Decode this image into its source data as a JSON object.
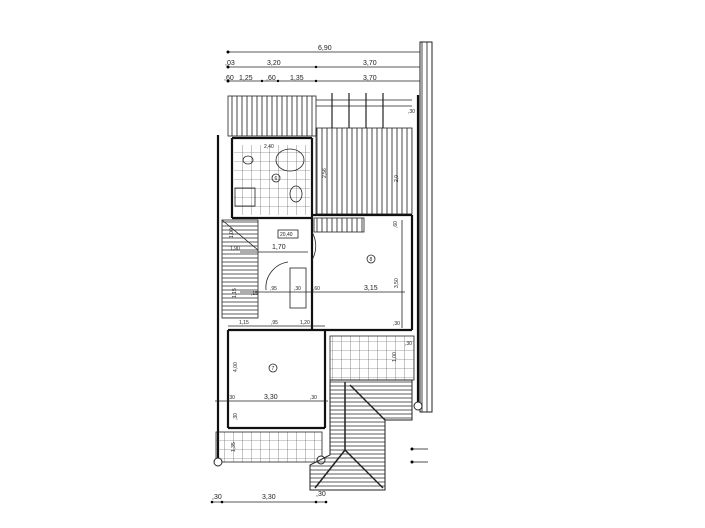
{
  "plan": {
    "dimensions_top": {
      "overall": "6,90",
      "row2": [
        ",03",
        "3,20",
        "3,70"
      ],
      "row3": [
        ",60",
        "1,25",
        ",60",
        "1,35",
        "3,70"
      ]
    },
    "dimensions_interior": {
      "bath_a": "2,40",
      "deck_height": "2,56",
      "deck_right": "2,0",
      "right_30": ",30",
      "stair_a": "1,00",
      "stair_b": "1,90",
      "hall_width": "1,70",
      "stair_c": "1,15",
      "d_15": ",15",
      "d_95": ",95",
      "d_30": ",30",
      "d_60": ",60",
      "room8_width": "3,15",
      "room8_height": "3,50",
      "room8_top": ",60",
      "row_115": "1,15",
      "row_95": ",95",
      "row_120": "1,20",
      "row_30r": ",30",
      "room7_height": "4,00",
      "room7_width": "3,30",
      "room7_l30": ",30",
      "room7_r30": ",30",
      "room7_bottom30": ",30",
      "terrace_depth": "1,35",
      "terrace_r": "1,00",
      "terrace_r30": ",30",
      "hall_tag": "20,40"
    },
    "room_labels": {
      "room8": "8",
      "room7": "7",
      "bath": "6"
    },
    "dimensions_bottom": [
      ",30",
      "3,30",
      ",30"
    ]
  }
}
